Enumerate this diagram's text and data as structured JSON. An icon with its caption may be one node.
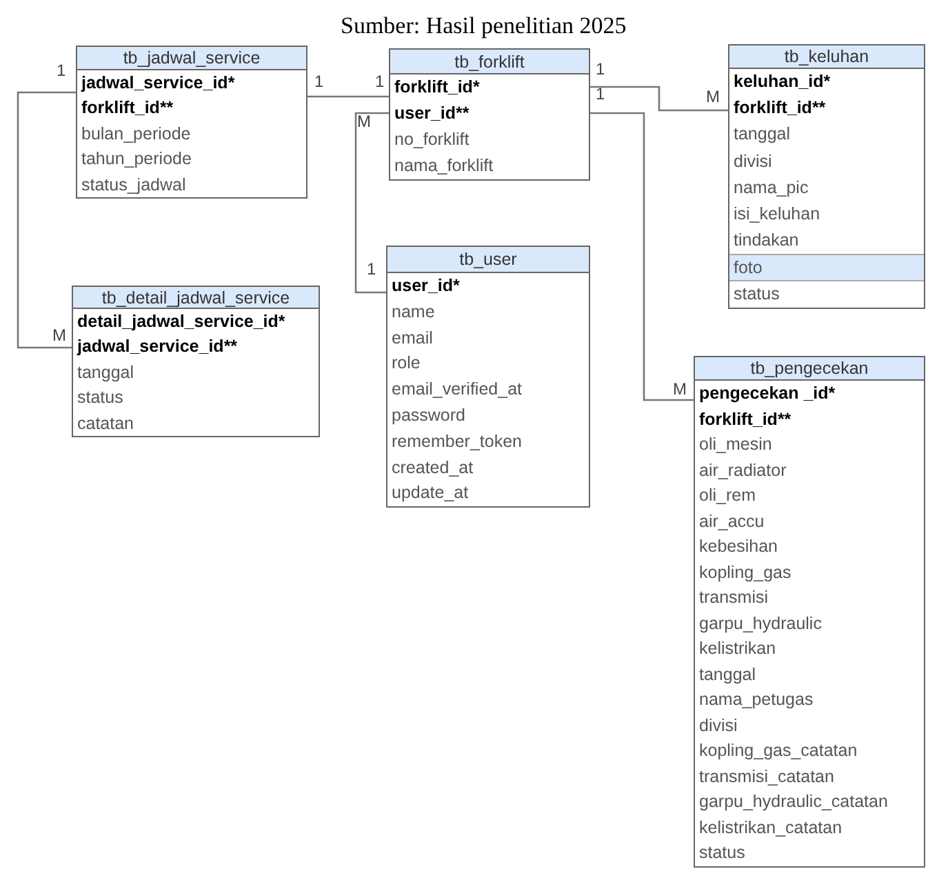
{
  "diagram": {
    "title": "Sumber: Hasil penelitian 2025",
    "nodes": [
      {
        "text": [
          "tb_jadwal_service",
          "jadwal_service_id*",
          "forklift_id**",
          "bulan_periode",
          "tahun_periode",
          "status_jadwal"
        ]
      },
      {
        "text": [
          "tb_forklift",
          "forklift_id*",
          "user_id**",
          "no_forklift",
          "nama_forklift"
        ]
      },
      {
        "text": [
          "tb_keluhan",
          "keluhan_id*",
          "forklift_id**",
          "tanggal",
          "divisi",
          "nama_pic",
          "isi_keluhan",
          "tindakan",
          "foto",
          "status"
        ]
      },
      {
        "text": [
          "tb_detail_jadwal_service",
          "detail_jadwal_service_id*",
          "jadwal_service_id**",
          "tanggal",
          "status",
          "catatan"
        ]
      },
      {
        "text": [
          "tb_user",
          "user_id*",
          "name",
          "email",
          "role",
          "email_verified_at",
          "password",
          "remember_token",
          "created_at",
          "update_at"
        ]
      },
      {
        "text": [
          "tb_pengecekan",
          "pengecekan _id*",
          "forklift_id**",
          "oli_mesin",
          "air_radiator",
          "oli_rem",
          "air_accu",
          "kebesihan",
          "kopling_gas",
          "transmisi",
          "garpu_hydraulic",
          "kelistrikan",
          "tanggal",
          "nama_petugas",
          "divisi",
          "kopling_gas_catatan",
          "transmisi_catatan",
          "garpu_hydraulic_catatan",
          "kelistrikan_catatan",
          "status"
        ]
      }
    ],
    "edges": [
      {
        "from": 0,
        "to": 3,
        "arrow": "none"
      },
      {
        "from": 0,
        "to": 1,
        "arrow": "none"
      },
      {
        "from": 1,
        "to": 4,
        "arrow": "none"
      },
      {
        "from": 1,
        "to": 2,
        "arrow": "none"
      },
      {
        "from": 1,
        "to": 5,
        "arrow": "none"
      }
    ],
    "labels": [
      "1",
      "1",
      "1",
      "1",
      "1",
      "M",
      "M",
      "1",
      "M",
      "M"
    ]
  }
}
